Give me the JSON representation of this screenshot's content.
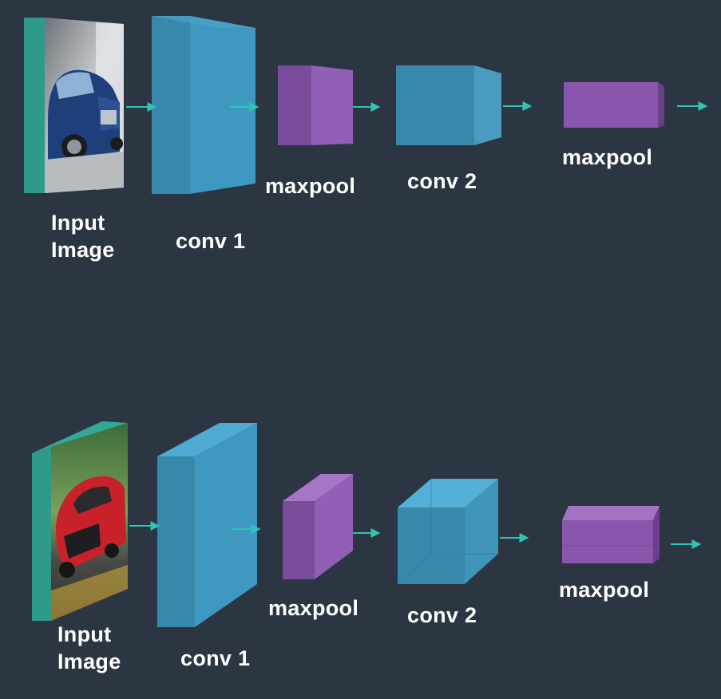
{
  "diagrams": [
    {
      "labels": {
        "input": [
          "Input",
          "Image"
        ],
        "conv1": "conv 1",
        "maxpool1": "maxpool",
        "conv2": "conv 2",
        "maxpool2": "maxpool"
      },
      "image": "blue-car-photo"
    },
    {
      "labels": {
        "input": [
          "Input",
          "Image"
        ],
        "conv1": "conv 1",
        "maxpool1": "maxpool",
        "conv2": "conv 2",
        "maxpool2": "maxpool"
      },
      "image": "red-car-photo"
    }
  ],
  "colors": {
    "background": "#2c3642",
    "input_edge": "#2e9a8a",
    "conv": "#3b8fb2",
    "pool": "#8a56ad",
    "arrow": "#2fc4b8",
    "label": "#ffffff"
  }
}
